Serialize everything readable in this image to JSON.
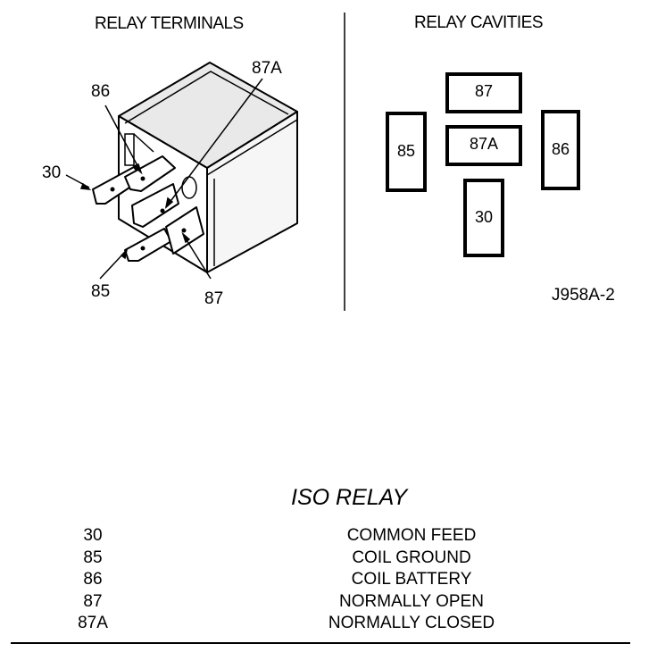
{
  "headers": {
    "terminals": "RELAY TERMINALS",
    "cavities": "RELAY CAVITIES"
  },
  "terminal_labels": {
    "t86": "86",
    "t87a": "87A",
    "t30": "30",
    "t85": "85",
    "t87": "87"
  },
  "cavities": {
    "c87": "87",
    "c87a": "87A",
    "c85": "85",
    "c86": "86",
    "c30": "30"
  },
  "figure_code": "J958A-2",
  "legend": {
    "title": "ISO RELAY",
    "rows": [
      {
        "terminal": "30",
        "description": "COMMON FEED"
      },
      {
        "terminal": "85",
        "description": "COIL GROUND"
      },
      {
        "terminal": "86",
        "description": "COIL BATTERY"
      },
      {
        "terminal": "87",
        "description": "NORMALLY OPEN"
      },
      {
        "terminal": "87A",
        "description": "NORMALLY CLOSED"
      }
    ]
  }
}
